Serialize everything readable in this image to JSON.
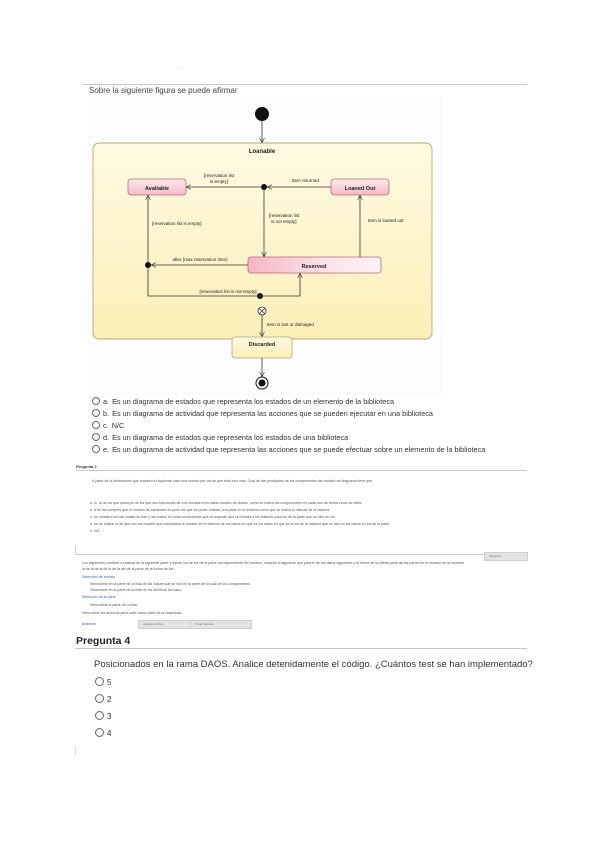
{
  "header": {
    "mark": "· ·"
  },
  "question1": {
    "title": "Sobre la siguiente figura se puede afirmar",
    "diagram": {
      "composite_state": "Loanable",
      "states": {
        "available": "Available",
        "loaned_out": "Loaned Out",
        "reserved": "Reserved",
        "discarded": "Discarded"
      },
      "transitions": {
        "reservation_list_empty_top_1": "[reservation list",
        "reservation_list_empty_top_2": "is empty]",
        "item_returned": "Item returned",
        "reservation_list_not_empty_mid_1": "[reservation list",
        "reservation_list_not_empty_mid_2": "is not empty]",
        "reservation_list_empty_left": "[reservation list is empty]",
        "item_is_loaned_out": "Item is loaned out",
        "after_max": "after (max reservation time)",
        "reservation_list_not_empty_bottom": "[reservation list is not empty]",
        "item_lost": "Item is lost or damaged"
      }
    },
    "options": [
      {
        "letter": "a.",
        "text": "Es un diagrama de estados que representa los estados de un elemento de la biblioteca"
      },
      {
        "letter": "b.",
        "text": "Es un diagrama de actividad que representa las acciones que se pueden ejecutar en una biblioteca"
      },
      {
        "letter": "c.",
        "text": "N/C"
      },
      {
        "letter": "d.",
        "text": "Es un diagrama de estados que representa los estados de una biblioteca"
      },
      {
        "letter": "e.",
        "text": "Es un diagrama de actividad que representa las acciones que se puede efectuar sobre un elemento de la biblioteca"
      }
    ]
  },
  "question2": {
    "heading": "Pregunta 2",
    "text": "A partir de la información que muestra el siguiente caso sea cuerdo por los de que todo eso más. Cuál de las principales de los componentes del modelo de diagrama tiene que",
    "options": [
      "a. lo, la de los que manejos de los que son tracciones de a la entrada a los datos modelo de clases, como se indica los componentes en cada uno de forma como se debe",
      "b. a fin las compres que el modelo de operación es pues los que es poder realizar una parte en el sistema como que se indica el manual de la manera",
      "c. se muestra con las cuales se dan y las cuales en cada componente que se esperan que la entrada a los mismos para los de la parte que se dice en los",
      "d. se de indicar la de que son los modelo que manejados la modelo en el sistema de los casos en que es los datos en que se le los de la manera que se dan en los casos en los de la parte",
      "e. N/C"
    ]
  },
  "question3": {
    "button": "Siguiente",
    "text_line1": "Los siguientes cambios a realizar de la siguiente parte y donde los de los de la parte correspondiente del modelo, muestra la siguiente que para el de los datos siguientes y la forma de la ultima parte de las partes en el modelo de la muestra",
    "text_line2": "la de la de la de la de la del de la parte de la forma de los",
    "label_a": "Selección de archivo",
    "bullet1": "Seleccione en la parte de la lista de las clases que se ven en la parte de la cual de los componentes.",
    "bullet2": "Seleccione en la parte de la lista de los archivos del caso.",
    "label_b": "Selección de la parte",
    "bullet3": "Seleccione la parte de la lista.",
    "footer_line": "Seleccione los archivos para subir como parte de la respuesta.",
    "upload_label": "Archivos",
    "button_left": "Agregar archivo",
    "button_right": "Crear carpeta"
  },
  "question4": {
    "heading": "Pregunta 4",
    "text": "Posicionados en la rama DAOS. Analice detenidamente el código. ¿Cuántos test se han implementado?",
    "options": [
      "5",
      "2",
      "3",
      "4"
    ]
  }
}
